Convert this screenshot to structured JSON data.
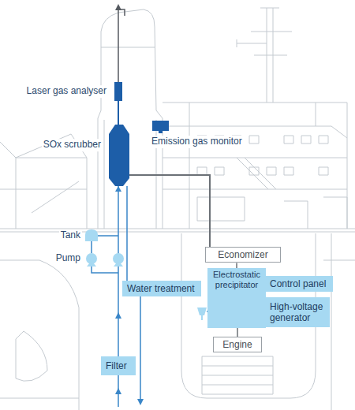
{
  "diagram": {
    "nodes": [
      {
        "text": [
          "Laser gas analyser"
        ]
      },
      {
        "text": [
          "SOx scrubber"
        ]
      },
      {
        "text": [
          "Economizer"
        ]
      },
      {
        "text": [
          "Water treatment"
        ]
      },
      {
        "text": [
          "Electrostatic precipitator"
        ]
      },
      {
        "text": [
          "Control panel"
        ]
      },
      {
        "text": [
          "High-voltage generator"
        ]
      },
      {
        "text": [
          "Engine"
        ]
      },
      {
        "text": [
          "Filter"
        ]
      }
    ],
    "edges": [
      {
        "from": 1,
        "to": 0,
        "arrow": "none"
      },
      {
        "from": 2,
        "to": 1,
        "arrow": "none"
      },
      {
        "from": 2,
        "to": 4,
        "arrow": "none"
      },
      {
        "from": 4,
        "to": 5,
        "arrow": "none"
      },
      {
        "from": 4,
        "to": 6,
        "arrow": "none"
      },
      {
        "from": 7,
        "to": 4,
        "arrow": "none"
      },
      {
        "from": 1,
        "to": 3,
        "arrow": "none"
      },
      {
        "from": 8,
        "to": 1,
        "arrow": "to"
      }
    ],
    "labels": [
      "Emission gas monitor",
      "Tank",
      "Pump"
    ]
  }
}
